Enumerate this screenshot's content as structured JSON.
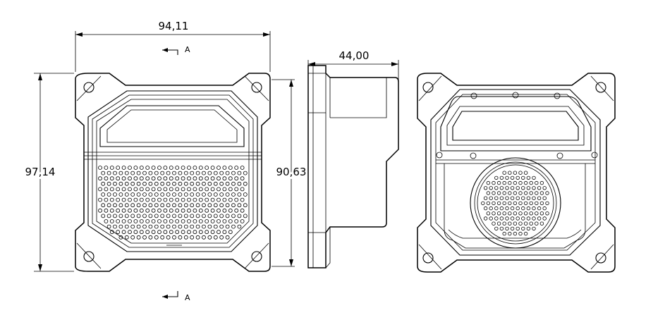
{
  "dimensions": {
    "overall_width": "94,11",
    "side_depth": "44,00",
    "overall_height": "97,14",
    "inner_height": "90,63"
  },
  "section_marks": {
    "top_label": "A",
    "bottom_label": "A"
  }
}
